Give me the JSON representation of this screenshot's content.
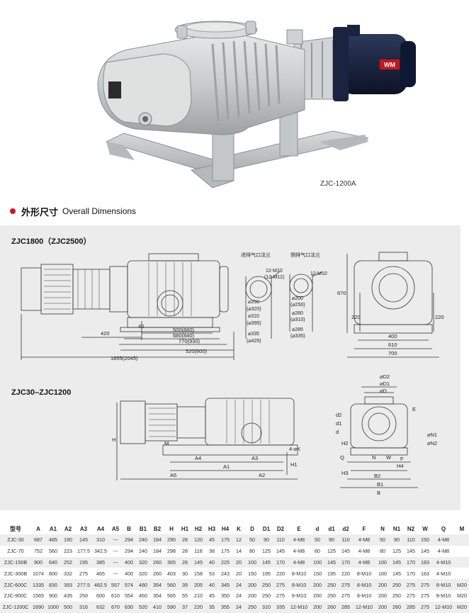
{
  "photo": {
    "caption": "ZJC-1200A",
    "motor_badge": "WM"
  },
  "section": {
    "title_cn": "外形尺寸",
    "title_en": "Overall Dimensions"
  },
  "drawing1": {
    "title": "ZJC1800（ZJC2500）",
    "inlet_flange_title": "进排气口法兰",
    "side_flange_title": "侧排气口法兰",
    "inlet_bolt_spec": "12-M10",
    "inlet_bolt_spec_alt": "(12-M12)",
    "inlet_d1": "⌀250",
    "inlet_d1_alt": "(⌀320)",
    "inlet_d2": "⌀310",
    "inlet_d2_alt": "(⌀395)",
    "inlet_d3": "⌀335",
    "inlet_d3_alt": "(⌀425)",
    "side_bolt_spec": "12-M10",
    "side_d1": "⌀200",
    "side_d1_alt": "(⌀250)",
    "side_d2": "⌀260",
    "side_d2_alt": "(⌀310)",
    "side_d3": "⌀285",
    "side_d3_alt": "(⌀335)",
    "dim_420": "420",
    "dim_40": "40",
    "dim_500": "500(660)",
    "dim_680": "680(840)",
    "dim_770": "770(930)",
    "dim_520": "520(600)",
    "dim_1855": "1855(2045)",
    "dim_670": "670",
    "dim_220_left": "220",
    "dim_220_right": "220",
    "dim_400": "400",
    "dim_610": "610",
    "dim_700": "700"
  },
  "drawing2": {
    "title": "ZJC30–ZJC1200",
    "label_M": "M",
    "label_4K": "4-⌀K",
    "label_A4": "A4",
    "label_A3": "A3",
    "label_A1": "A1",
    "label_A5": "A5",
    "label_A2": "A2",
    "label_H1": "H1",
    "label_H": "H",
    "label_H2": "H2",
    "label_D2": "⌀D2",
    "label_D1": "⌀D1",
    "label_D": "⌀D",
    "label_Q": "Q",
    "label_W": "W",
    "label_F": "F",
    "label_N": "N",
    "label_N1": "⌀N1",
    "label_N2": "⌀N2",
    "label_B2": "B2",
    "label_B1": "B1",
    "label_B": "B",
    "label_H3": "H3",
    "label_H4": "H4",
    "label_E": "E",
    "label_d": "d",
    "label_d1": "d1",
    "label_d2": "d2"
  },
  "table": {
    "headers": [
      "型号",
      "A",
      "A1",
      "A2",
      "A3",
      "A4",
      "A5",
      "B",
      "B1",
      "B2",
      "H",
      "H1",
      "H2",
      "H3",
      "H4",
      "K",
      "D",
      "D1",
      "D2",
      "E",
      "d",
      "d1",
      "d2",
      "F",
      "N",
      "N1",
      "N2",
      "W",
      "Q",
      "M"
    ],
    "rows": [
      [
        "ZJC-30",
        "687",
        "485",
        "190",
        "145",
        "310",
        "---",
        "294",
        "240",
        "184",
        "290",
        "28",
        "120",
        "45",
        "175",
        "12",
        "50",
        "90",
        "110",
        "4-M8",
        "50",
        "90",
        "110",
        "4-M8",
        "50",
        "90",
        "110",
        "150",
        "4-M8",
        ""
      ],
      [
        "ZJC-70",
        "752",
        "560",
        "223",
        "177.5",
        "342.5",
        "---",
        "294",
        "240",
        "184",
        "298",
        "28",
        "118",
        "38",
        "175",
        "14",
        "80",
        "125",
        "145",
        "4-M8",
        "80",
        "125",
        "145",
        "4-M8",
        "80",
        "125",
        "145",
        "145",
        "4-M8",
        ""
      ],
      [
        "ZJC-150B",
        "900",
        "640",
        "252",
        "195",
        "385",
        "---",
        "400",
        "320",
        "260",
        "365",
        "26",
        "145",
        "40",
        "225",
        "20",
        "100",
        "145",
        "170",
        "4-M8",
        "100",
        "145",
        "170",
        "4-M8",
        "100",
        "145",
        "170",
        "183",
        "4-M10",
        ""
      ],
      [
        "ZJC-300B",
        "1074",
        "800",
        "332",
        "275",
        "465",
        "---",
        "400",
        "320",
        "260",
        "403",
        "30",
        "158",
        "53",
        "243",
        "20",
        "150",
        "195",
        "220",
        "8-M10",
        "150",
        "195",
        "220",
        "8-M10",
        "100",
        "145",
        "170",
        "183",
        "4-M10",
        ""
      ],
      [
        "ZJC-600C",
        "1335",
        "830",
        "393",
        "277.5",
        "482.5",
        "557",
        "574",
        "480",
        "354",
        "560",
        "39",
        "205",
        "40",
        "345",
        "24",
        "200",
        "250",
        "275",
        "8-M10",
        "200",
        "250",
        "275",
        "8-M10",
        "200",
        "250",
        "275",
        "275",
        "8-M10",
        "M20"
      ],
      [
        "ZJC-900C",
        "1565",
        "900",
        "435",
        "250",
        "600",
        "610",
        "554",
        "460",
        "354",
        "565",
        "55",
        "210",
        "45",
        "350",
        "24",
        "200",
        "250",
        "275",
        "8-M10",
        "200",
        "250",
        "275",
        "8-M10",
        "200",
        "250",
        "275",
        "275",
        "8-M10",
        "M20"
      ],
      [
        "ZJC-1200C",
        "1690",
        "1000",
        "500",
        "316",
        "632",
        "670",
        "630",
        "520",
        "410",
        "590",
        "37",
        "220",
        "35",
        "355",
        "24",
        "250",
        "310",
        "335",
        "12-M10",
        "200",
        "260",
        "285",
        "12-M10",
        "200",
        "260",
        "285",
        "275",
        "12-M10",
        "M20"
      ]
    ]
  }
}
